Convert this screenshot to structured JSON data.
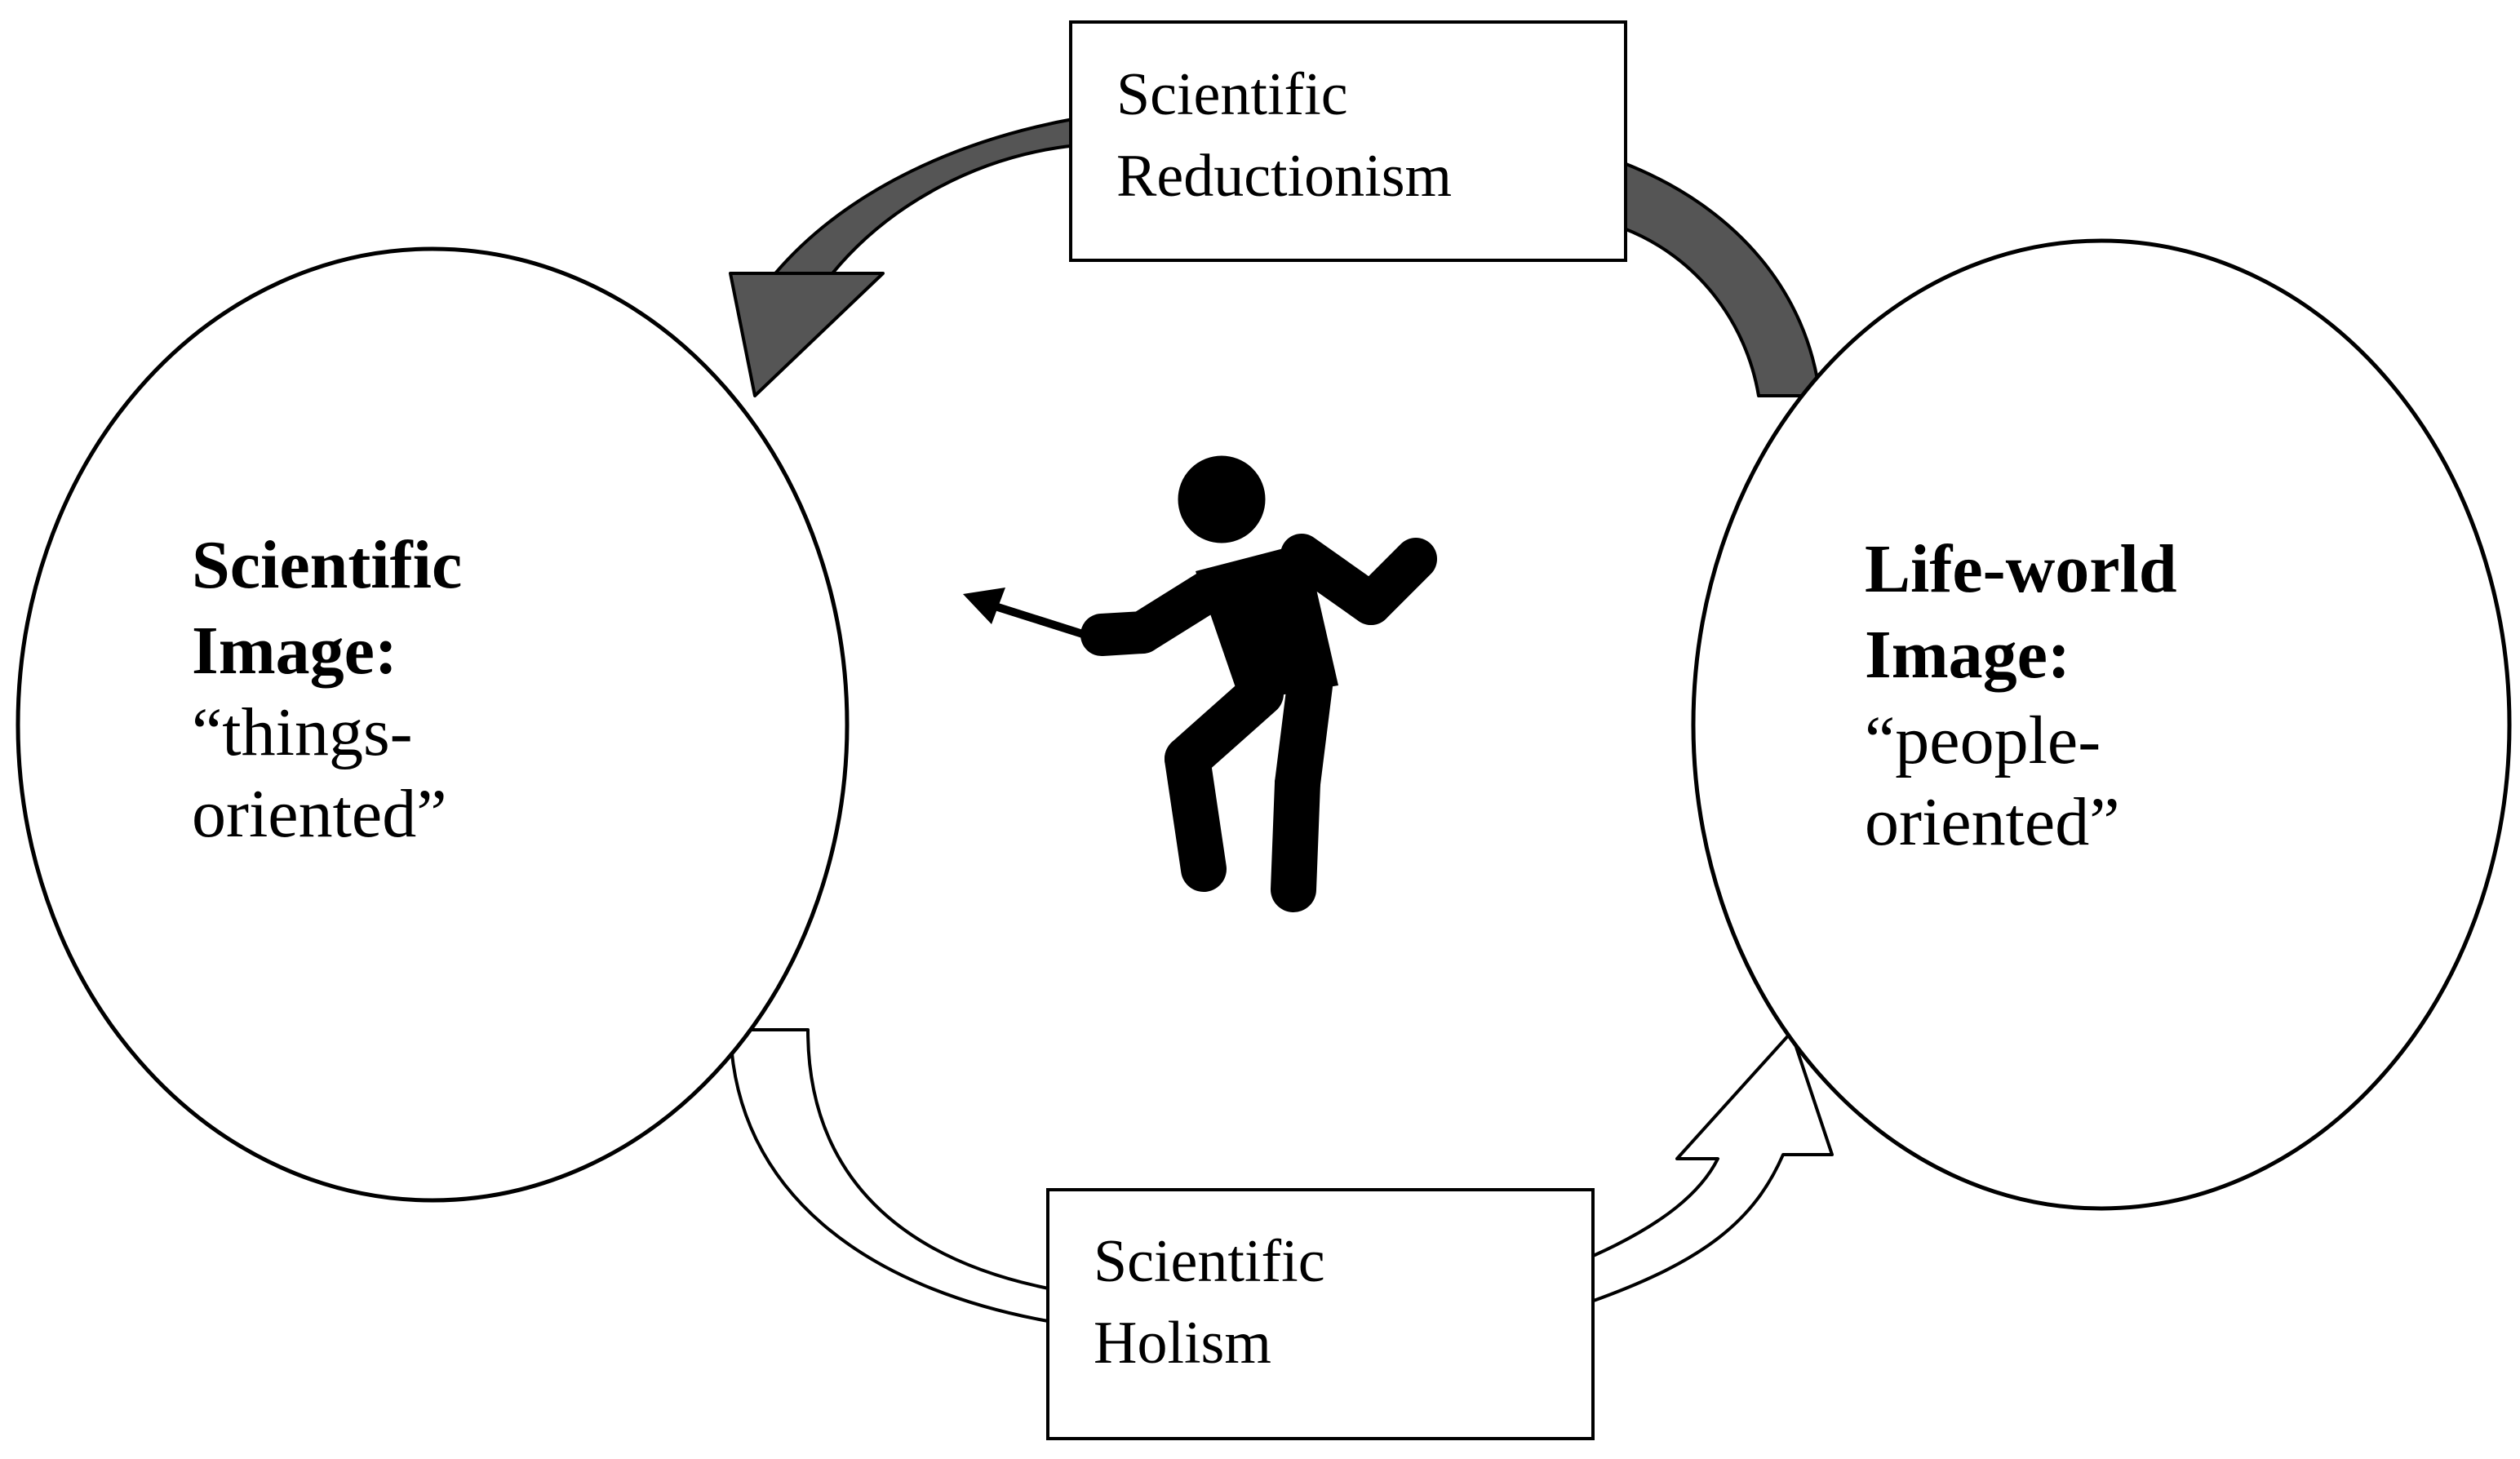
{
  "diagram": {
    "left_circle": {
      "title_line1": "Scientific",
      "title_line2": "Image:",
      "sub_line1": "“things-",
      "sub_line2": "oriented”"
    },
    "right_circle": {
      "title_line1": "Life-world",
      "title_line2": "Image:",
      "sub_line1": "“people-",
      "sub_line2": "oriented”"
    },
    "top_box": {
      "line1": "Scientific",
      "line2": "Reductionism"
    },
    "bottom_box": {
      "line1": "Scientific",
      "line2": "Holism"
    },
    "figure_icon": "person-pointing-icon",
    "colors": {
      "reductionism_arrow": "#555555",
      "holism_arrow": "#ffffff",
      "outline": "#000000",
      "figure": "#000000"
    }
  }
}
